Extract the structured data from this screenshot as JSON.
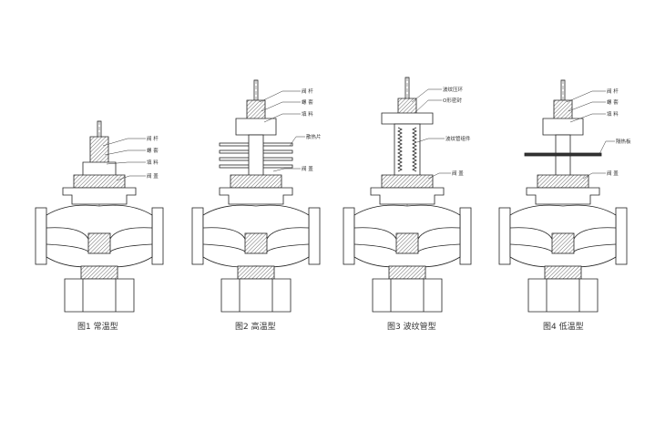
{
  "figures": [
    {
      "caption": "图1 常温型",
      "labels": [
        "阀 盖",
        "填 料",
        "螺 套",
        "阀 杆"
      ]
    },
    {
      "caption": "图2 高温型",
      "labels": [
        "阀 盖",
        "填 料",
        "螺 套",
        "阀 杆",
        "散热片"
      ]
    },
    {
      "caption": "图3 波纹管型",
      "labels": [
        "阀 盖",
        "波纹管组件",
        "O形密封",
        "波纹压环"
      ]
    },
    {
      "caption": "图4 低温型",
      "labels": [
        "阀 盖",
        "隔热板",
        "填 料",
        "螺 套",
        "阀 杆"
      ]
    }
  ]
}
